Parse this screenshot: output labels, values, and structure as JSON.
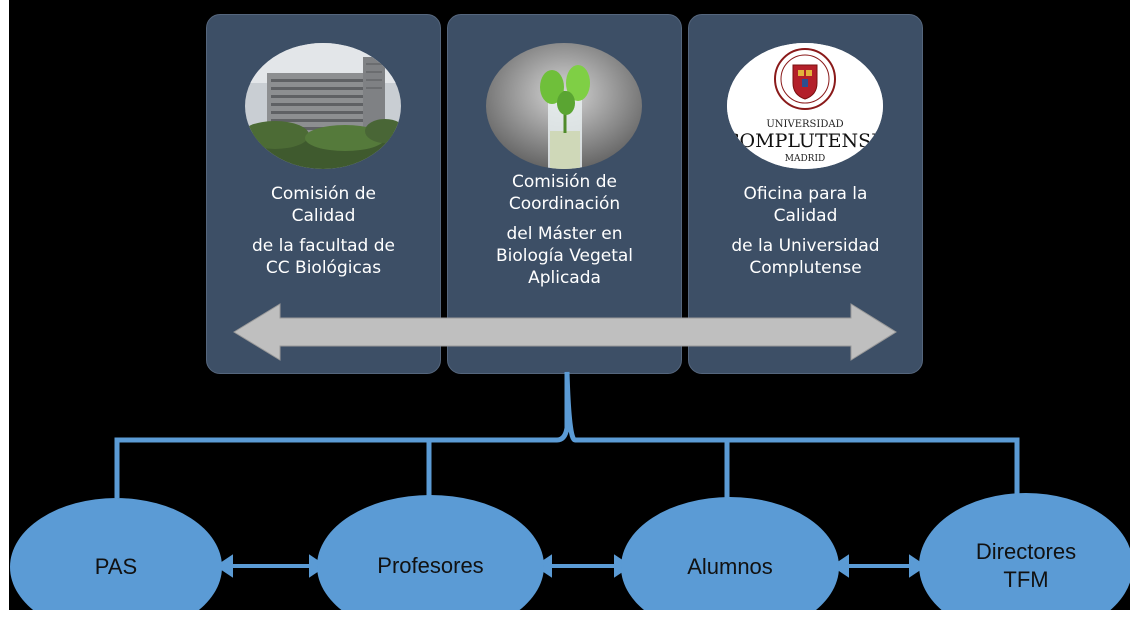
{
  "cards": [
    {
      "title_line1": "Comisión de",
      "title_line2": "Calidad",
      "sub_line1": "de la facultad de",
      "sub_line2": "CC Biológicas",
      "photo": "building-photo"
    },
    {
      "title_line1": "Comisión de",
      "title_line2": "Coordinación",
      "sub_line1": "del Máster en",
      "sub_line2": "Biología Vegetal",
      "sub_line3": "Aplicada",
      "photo": "seedling-photo"
    },
    {
      "title_line1": "Oficina para la",
      "title_line2": "Calidad",
      "sub_line1": "de la Universidad",
      "sub_line2": "Complutense",
      "photo": "ucm-logo"
    }
  ],
  "logo": {
    "line1": "UNIVERSIDAD",
    "line2": "COMPLUTENSE",
    "line3": "MADRID"
  },
  "groups": [
    {
      "label": "PAS"
    },
    {
      "label": "Profesores"
    },
    {
      "label": "Alumnos"
    },
    {
      "label_line1": "Directores",
      "label_line2": "TFM"
    }
  ],
  "colors": {
    "background": "#000000",
    "card": "#3d4f66",
    "connector": "#5b9bd5",
    "ellipse": "#5b9bd5",
    "big_arrow": "#bfbfbf"
  }
}
